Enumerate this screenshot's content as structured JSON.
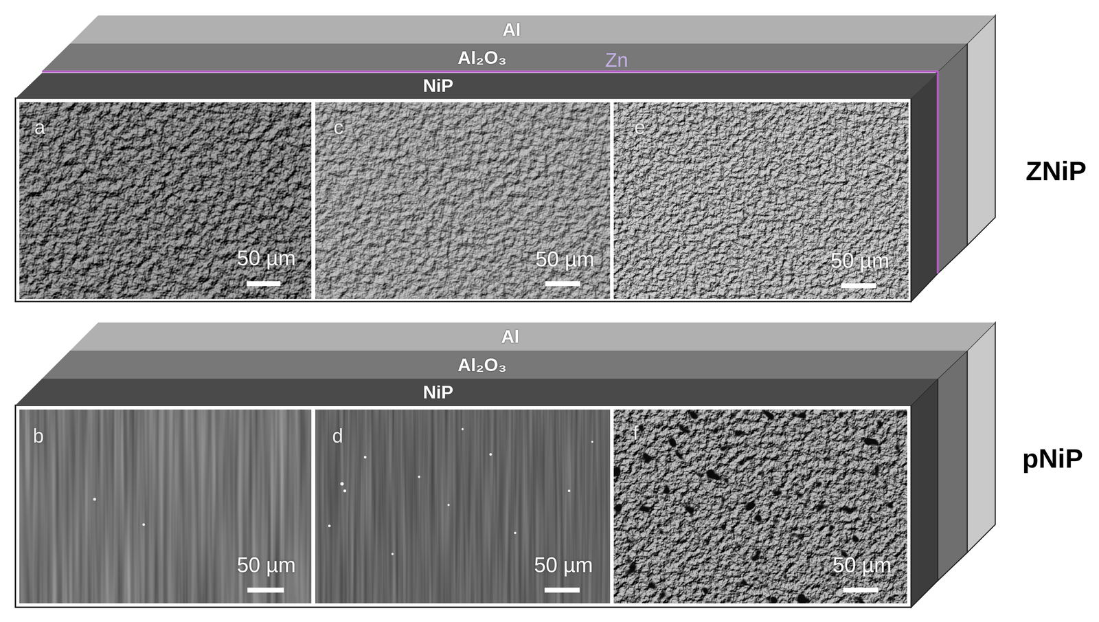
{
  "diagram": {
    "nodes": [
      {
        "text": [
          "Al"
        ]
      },
      {
        "text": [
          "Al₂O₃"
        ]
      },
      {
        "text": [
          "NiP"
        ]
      },
      {
        "text": [
          "Al"
        ]
      },
      {
        "text": [
          "Al₂O₃"
        ]
      },
      {
        "text": [
          "NiP"
        ]
      }
    ],
    "labels": [
      "Zn",
      "a",
      "50 µm",
      "c",
      "50 µm",
      "e",
      "50 µm",
      "ZNiP",
      "b",
      "50 µm",
      "d",
      "50 µm",
      "f",
      "50 µm",
      "pNiP"
    ]
  }
}
